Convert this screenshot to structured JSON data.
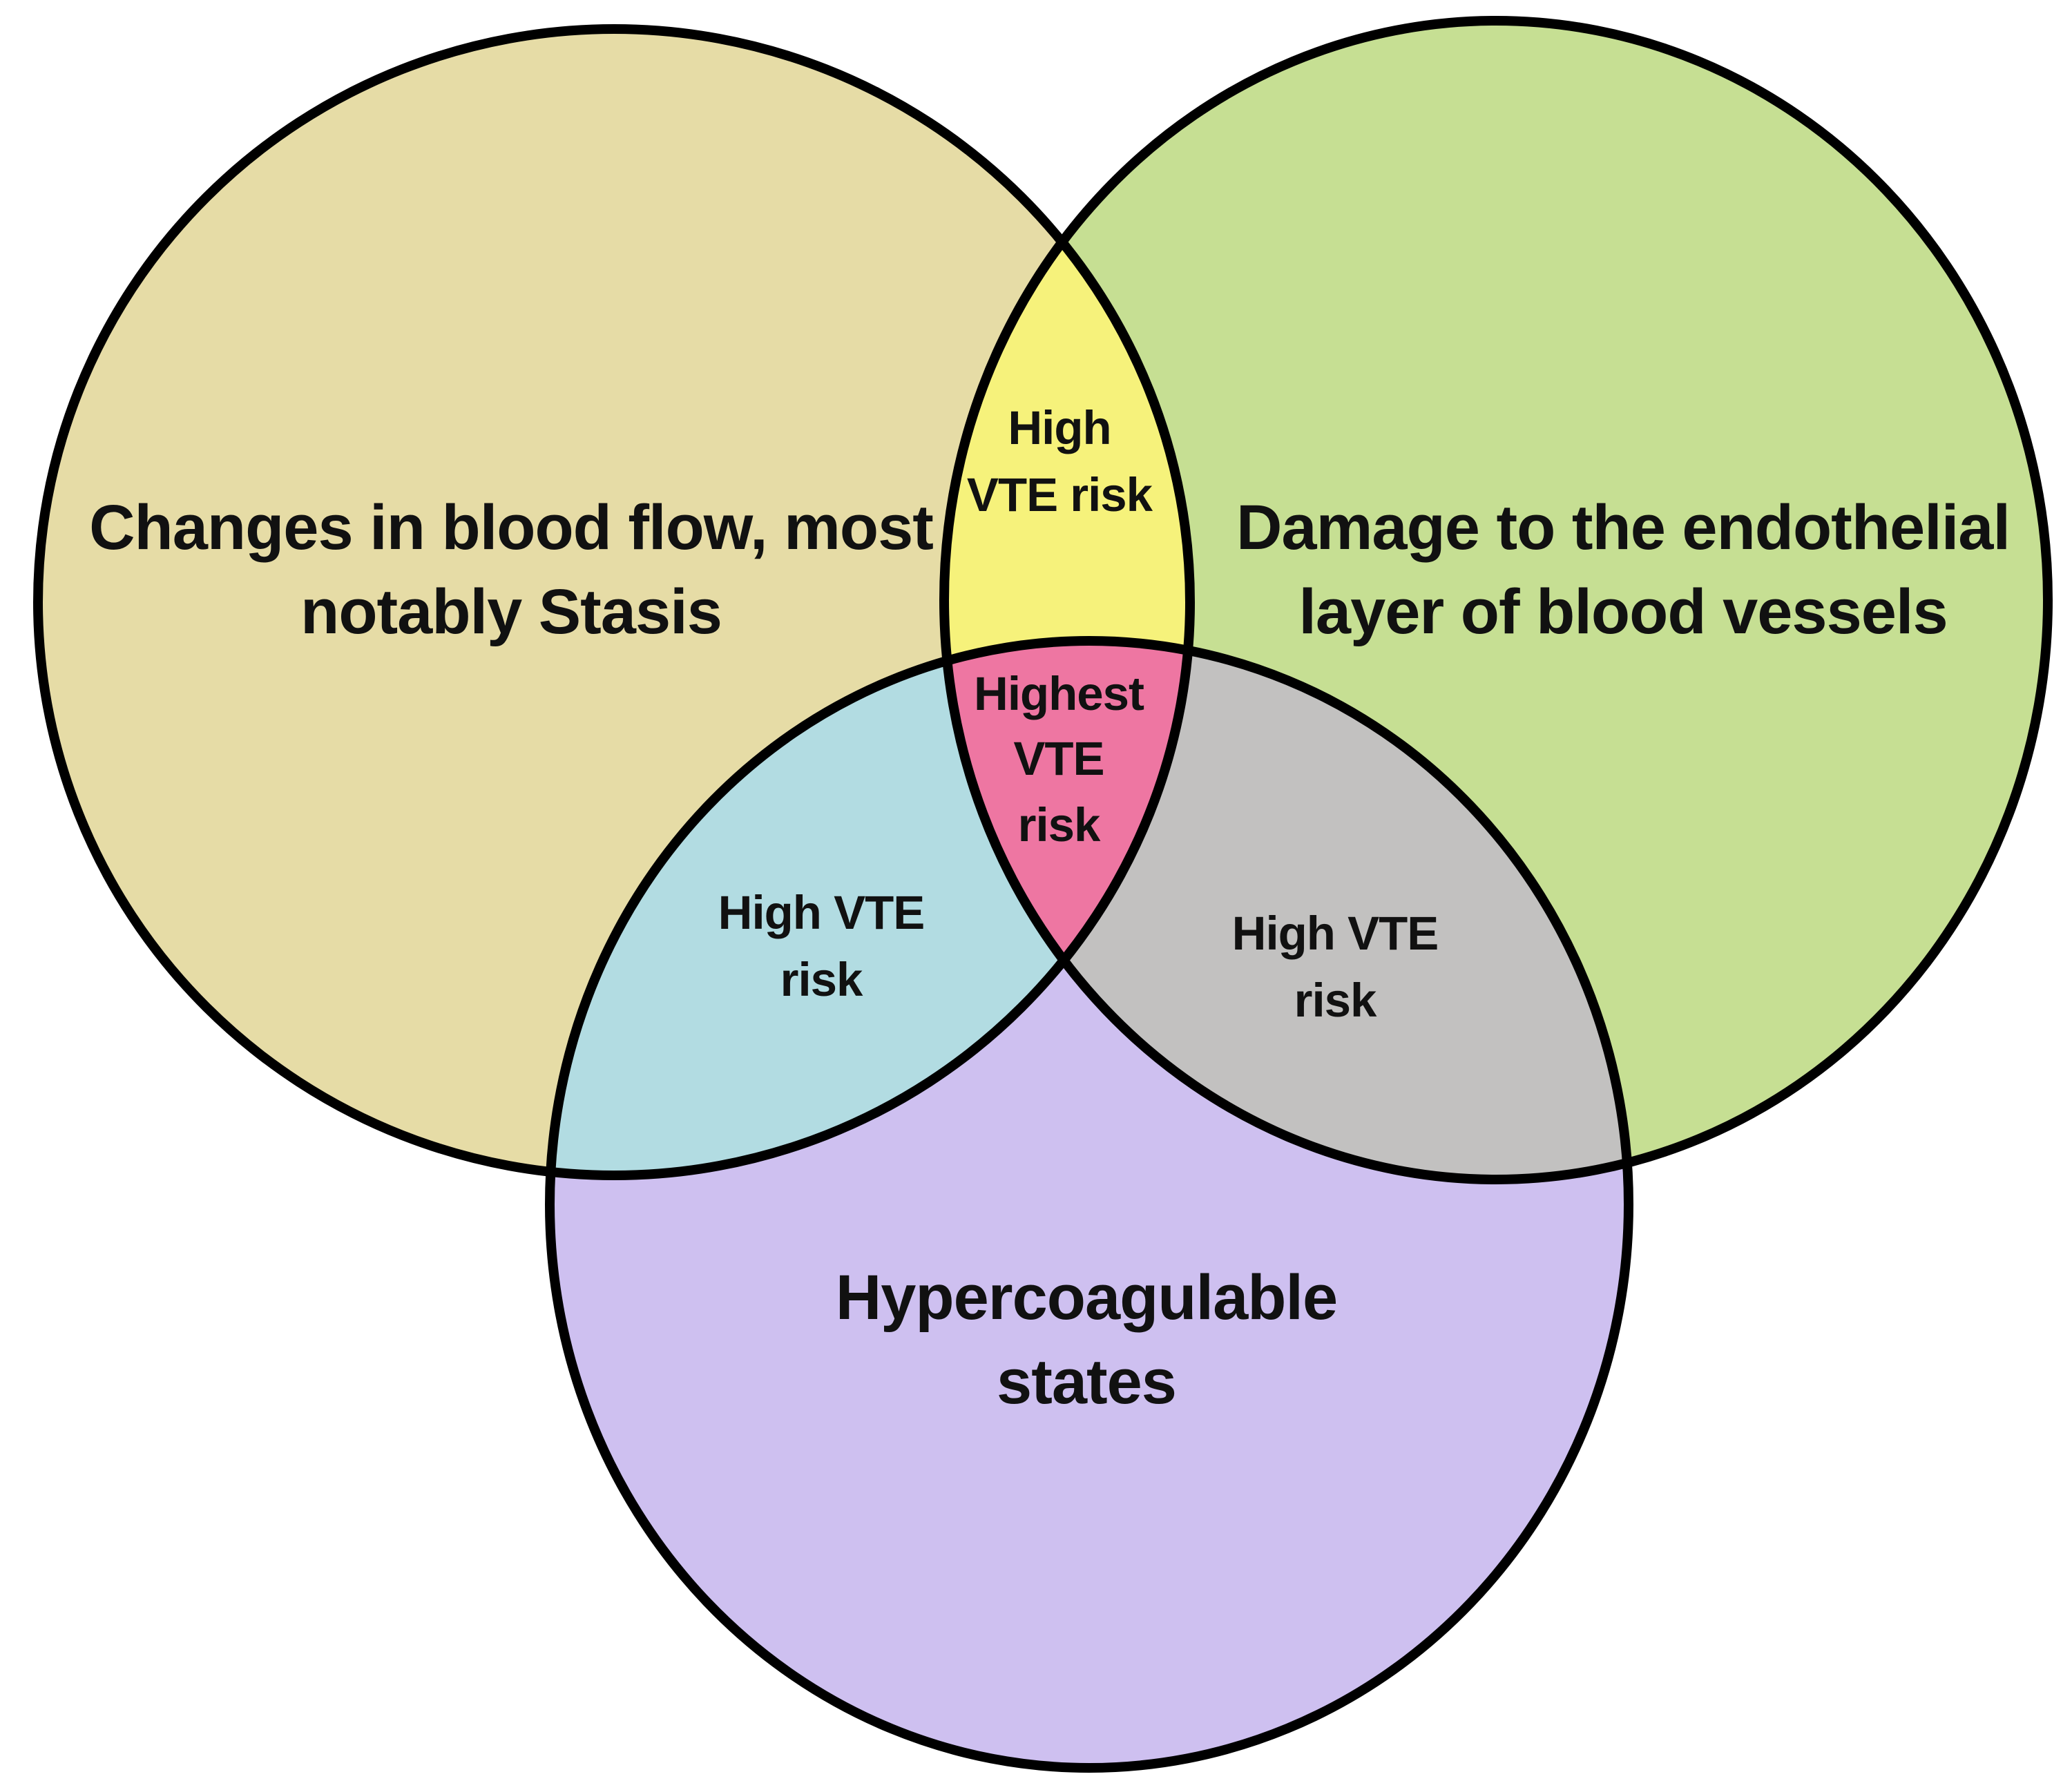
{
  "diagram": {
    "type": "venn-3",
    "topic": "VTE risk factors (Virchow's triad)"
  },
  "colors": {
    "stasis_circle": "#E6DCA6",
    "endothelial_circle": "#C6DF93",
    "hypercoagulable_circle": "#CEC0F0",
    "stasis_endothelial_overlap": "#F6F27B",
    "stasis_hypercoagulable_overlap": "#B2DCE2",
    "endothelial_hypercoagulable_overlap": "#C2C1C0",
    "triple_overlap": "#EE76A2",
    "outline": "#000000",
    "background": "#ffffff",
    "text": "#111111"
  },
  "circles": {
    "stasis": {
      "line1": "Changes in blood flow, most",
      "line2": "notably Stasis"
    },
    "endothelial": {
      "line1": "Damage to the endothelial",
      "line2": "layer of blood vessels"
    },
    "hypercoagulable": {
      "line1": "Hypercoagulable",
      "line2": "states"
    }
  },
  "overlaps": {
    "stasis_endothelial": {
      "line1": "High",
      "line2": "VTE risk"
    },
    "stasis_hypercoagulable": {
      "line1": "High VTE",
      "line2": "risk"
    },
    "endothelial_hypercoagulable": {
      "line1": "High VTE",
      "line2": "risk"
    },
    "triple": {
      "line1": "Highest",
      "line2": "VTE",
      "line3": "risk"
    }
  }
}
